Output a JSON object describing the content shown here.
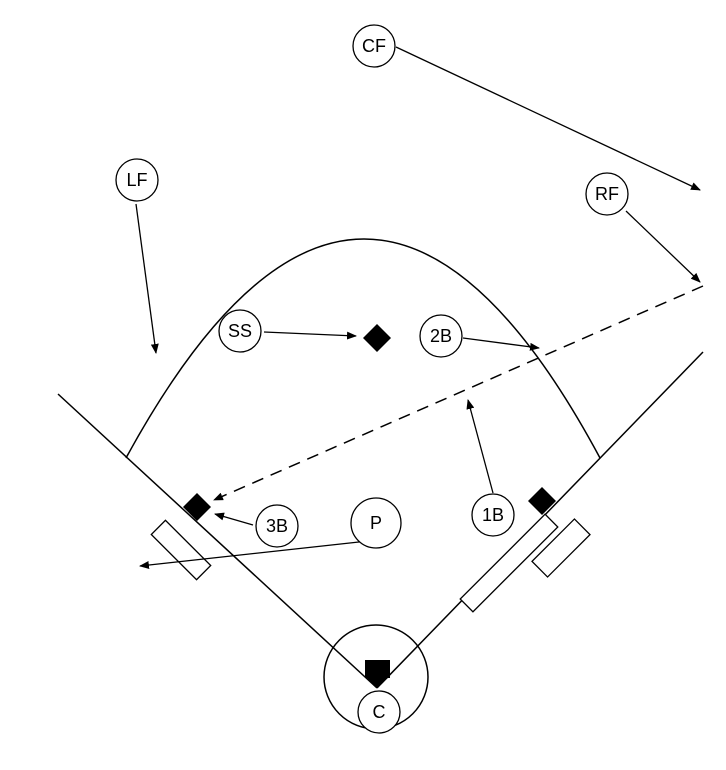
{
  "colors": {
    "ink": "#000000",
    "background": "#ffffff"
  },
  "players": [
    {
      "id": "cf",
      "label": "CF"
    },
    {
      "id": "lf",
      "label": "LF"
    },
    {
      "id": "rf",
      "label": "RF"
    },
    {
      "id": "ss",
      "label": "SS"
    },
    {
      "id": "2b",
      "label": "2B"
    },
    {
      "id": "3b",
      "label": "3B"
    },
    {
      "id": "p",
      "label": "P"
    },
    {
      "id": "1b",
      "label": "1B"
    },
    {
      "id": "c",
      "label": "C"
    }
  ]
}
